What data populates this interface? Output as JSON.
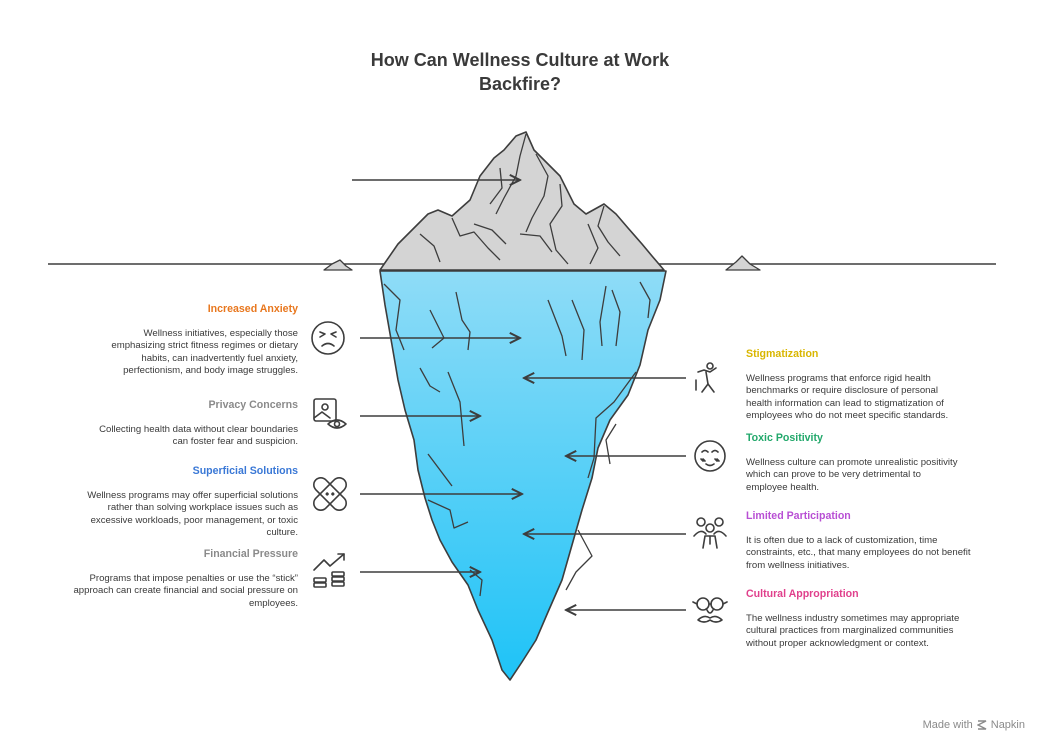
{
  "title_line1": "How Can Wellness Culture at Work",
  "title_line2": "Backfire?",
  "colors": {
    "water_top": "#8fdcf7",
    "water_bottom": "#1ec3f7",
    "ice": "#d4d4d4",
    "stroke": "#3d3d3d"
  },
  "left_items": [
    {
      "heading": "Increased Anxiety",
      "color": "#e8771e",
      "icon": "stressed-face-icon",
      "description": [
        "Wellness initiatives, especially those",
        "emphasizing strict fitness regimes or dietary",
        "habits, can inadvertently fuel anxiety,",
        "perfectionism, and body image struggles."
      ]
    },
    {
      "heading": "Privacy Concerns",
      "color": "#8a8a8a",
      "icon": "photo-eye-icon",
      "description": [
        "Collecting health data without clear boundaries",
        "can foster fear and suspicion."
      ]
    },
    {
      "heading": "Superficial Solutions",
      "color": "#3a78d6",
      "icon": "bandage-icon",
      "description": [
        "Wellness programs may offer superficial solutions",
        "rather than solving workplace issues such as",
        "excessive workloads, poor management, or toxic",
        "culture."
      ]
    },
    {
      "heading": "Financial Pressure",
      "color": "#8a8a8a",
      "icon": "money-growth-icon",
      "description": [
        "Programs that impose penalties or use the “stick”",
        "approach can create financial and social pressure on",
        "employees."
      ]
    }
  ],
  "right_items": [
    {
      "heading": "Stigmatization",
      "color": "#d9b600",
      "icon": "person-falling-icon",
      "description": [
        "Wellness programs that enforce rigid health",
        "benchmarks or require disclosure of personal",
        "health information can lead to stigmatization of",
        "employees who do not meet specific standards."
      ]
    },
    {
      "heading": "Toxic Positivity",
      "color": "#22a86b",
      "icon": "sad-smile-face-icon",
      "description": [
        "Wellness culture can promote unrealistic positivity",
        "which can prove to be very detrimental to",
        "employee health."
      ]
    },
    {
      "heading": "Limited Participation",
      "color": "#b84fd4",
      "icon": "group-people-icon",
      "description": [
        "It is often due to a lack of customization, time",
        "constraints, etc., that many employees do not benefit",
        "from wellness initiatives."
      ]
    },
    {
      "heading": "Cultural Appropriation",
      "color": "#e0408c",
      "icon": "disguise-mask-icon",
      "description": [
        "The wellness industry sometimes may appropriate",
        "cultural practices from marginalized communities",
        "without proper acknowledgment or context."
      ]
    }
  ],
  "footer": {
    "made_with": "Made with",
    "brand": "Napkin"
  }
}
